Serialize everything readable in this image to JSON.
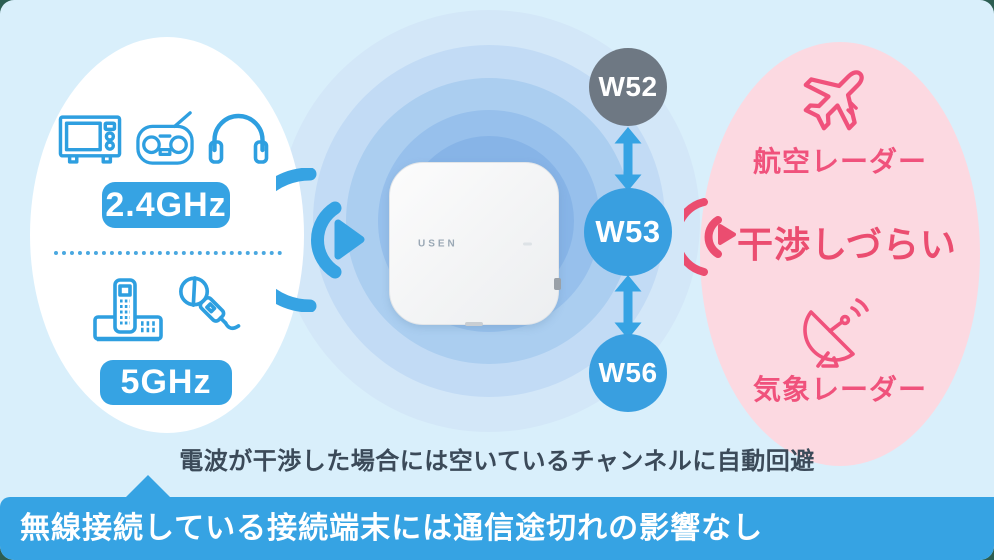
{
  "colors": {
    "background": "#d9effb",
    "accent_blue": "#36a3e3",
    "icon_blue": "#2e9fe0",
    "channel_gray": "#6e7883",
    "channel_blue": "#399fe0",
    "pink_oval": "#fcd9e1",
    "radar_pink": "#f0527c",
    "interference_red": "#eb4d70",
    "caption_text": "#3b4a59"
  },
  "left_group": {
    "band_24_label": "2.4GHz",
    "band_5_label": "5GHz",
    "band_24_icons": [
      "microwave-icon",
      "radio-icon",
      "headphones-icon"
    ],
    "band_5_icons": [
      "cordless-phone-icon",
      "microphone-icon"
    ]
  },
  "device": {
    "brand": "USEN"
  },
  "channels": [
    {
      "label": "W52",
      "color": "#6e7883"
    },
    {
      "label": "W53",
      "color": "#399fe0"
    },
    {
      "label": "W56",
      "color": "#399fe0"
    }
  ],
  "radar_group": {
    "aviation_label": "航空レーダー",
    "interference_label": "干渉しづらい",
    "weather_label": "気象レーダー"
  },
  "caption": "電波が干渉した場合には空いているチャンネルに自動回避",
  "bottom_bar": {
    "text": "無線接続している接続端末には通信途切れの影響なし"
  }
}
